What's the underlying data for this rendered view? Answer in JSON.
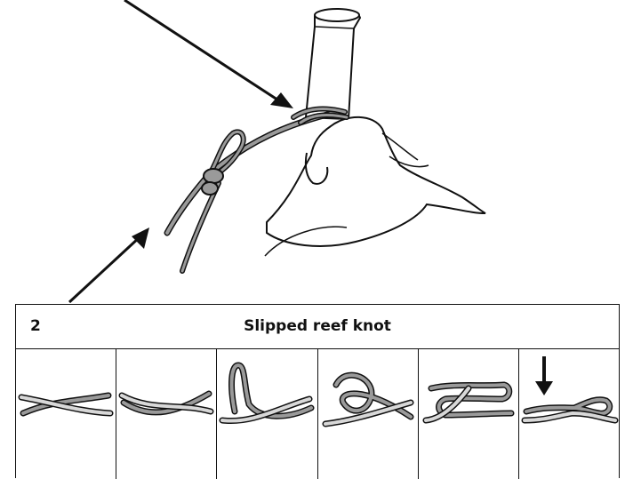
{
  "panel": {
    "step_number": "2",
    "title": "Slipped reef knot"
  },
  "illustration": {
    "subject": "hand holding a tube with cord tied around it",
    "frames_count": 6
  },
  "colors": {
    "line": "#111111",
    "cord_fill": "#9a9a9a",
    "cord_light": "#d8d8d8",
    "background": "#ffffff"
  }
}
